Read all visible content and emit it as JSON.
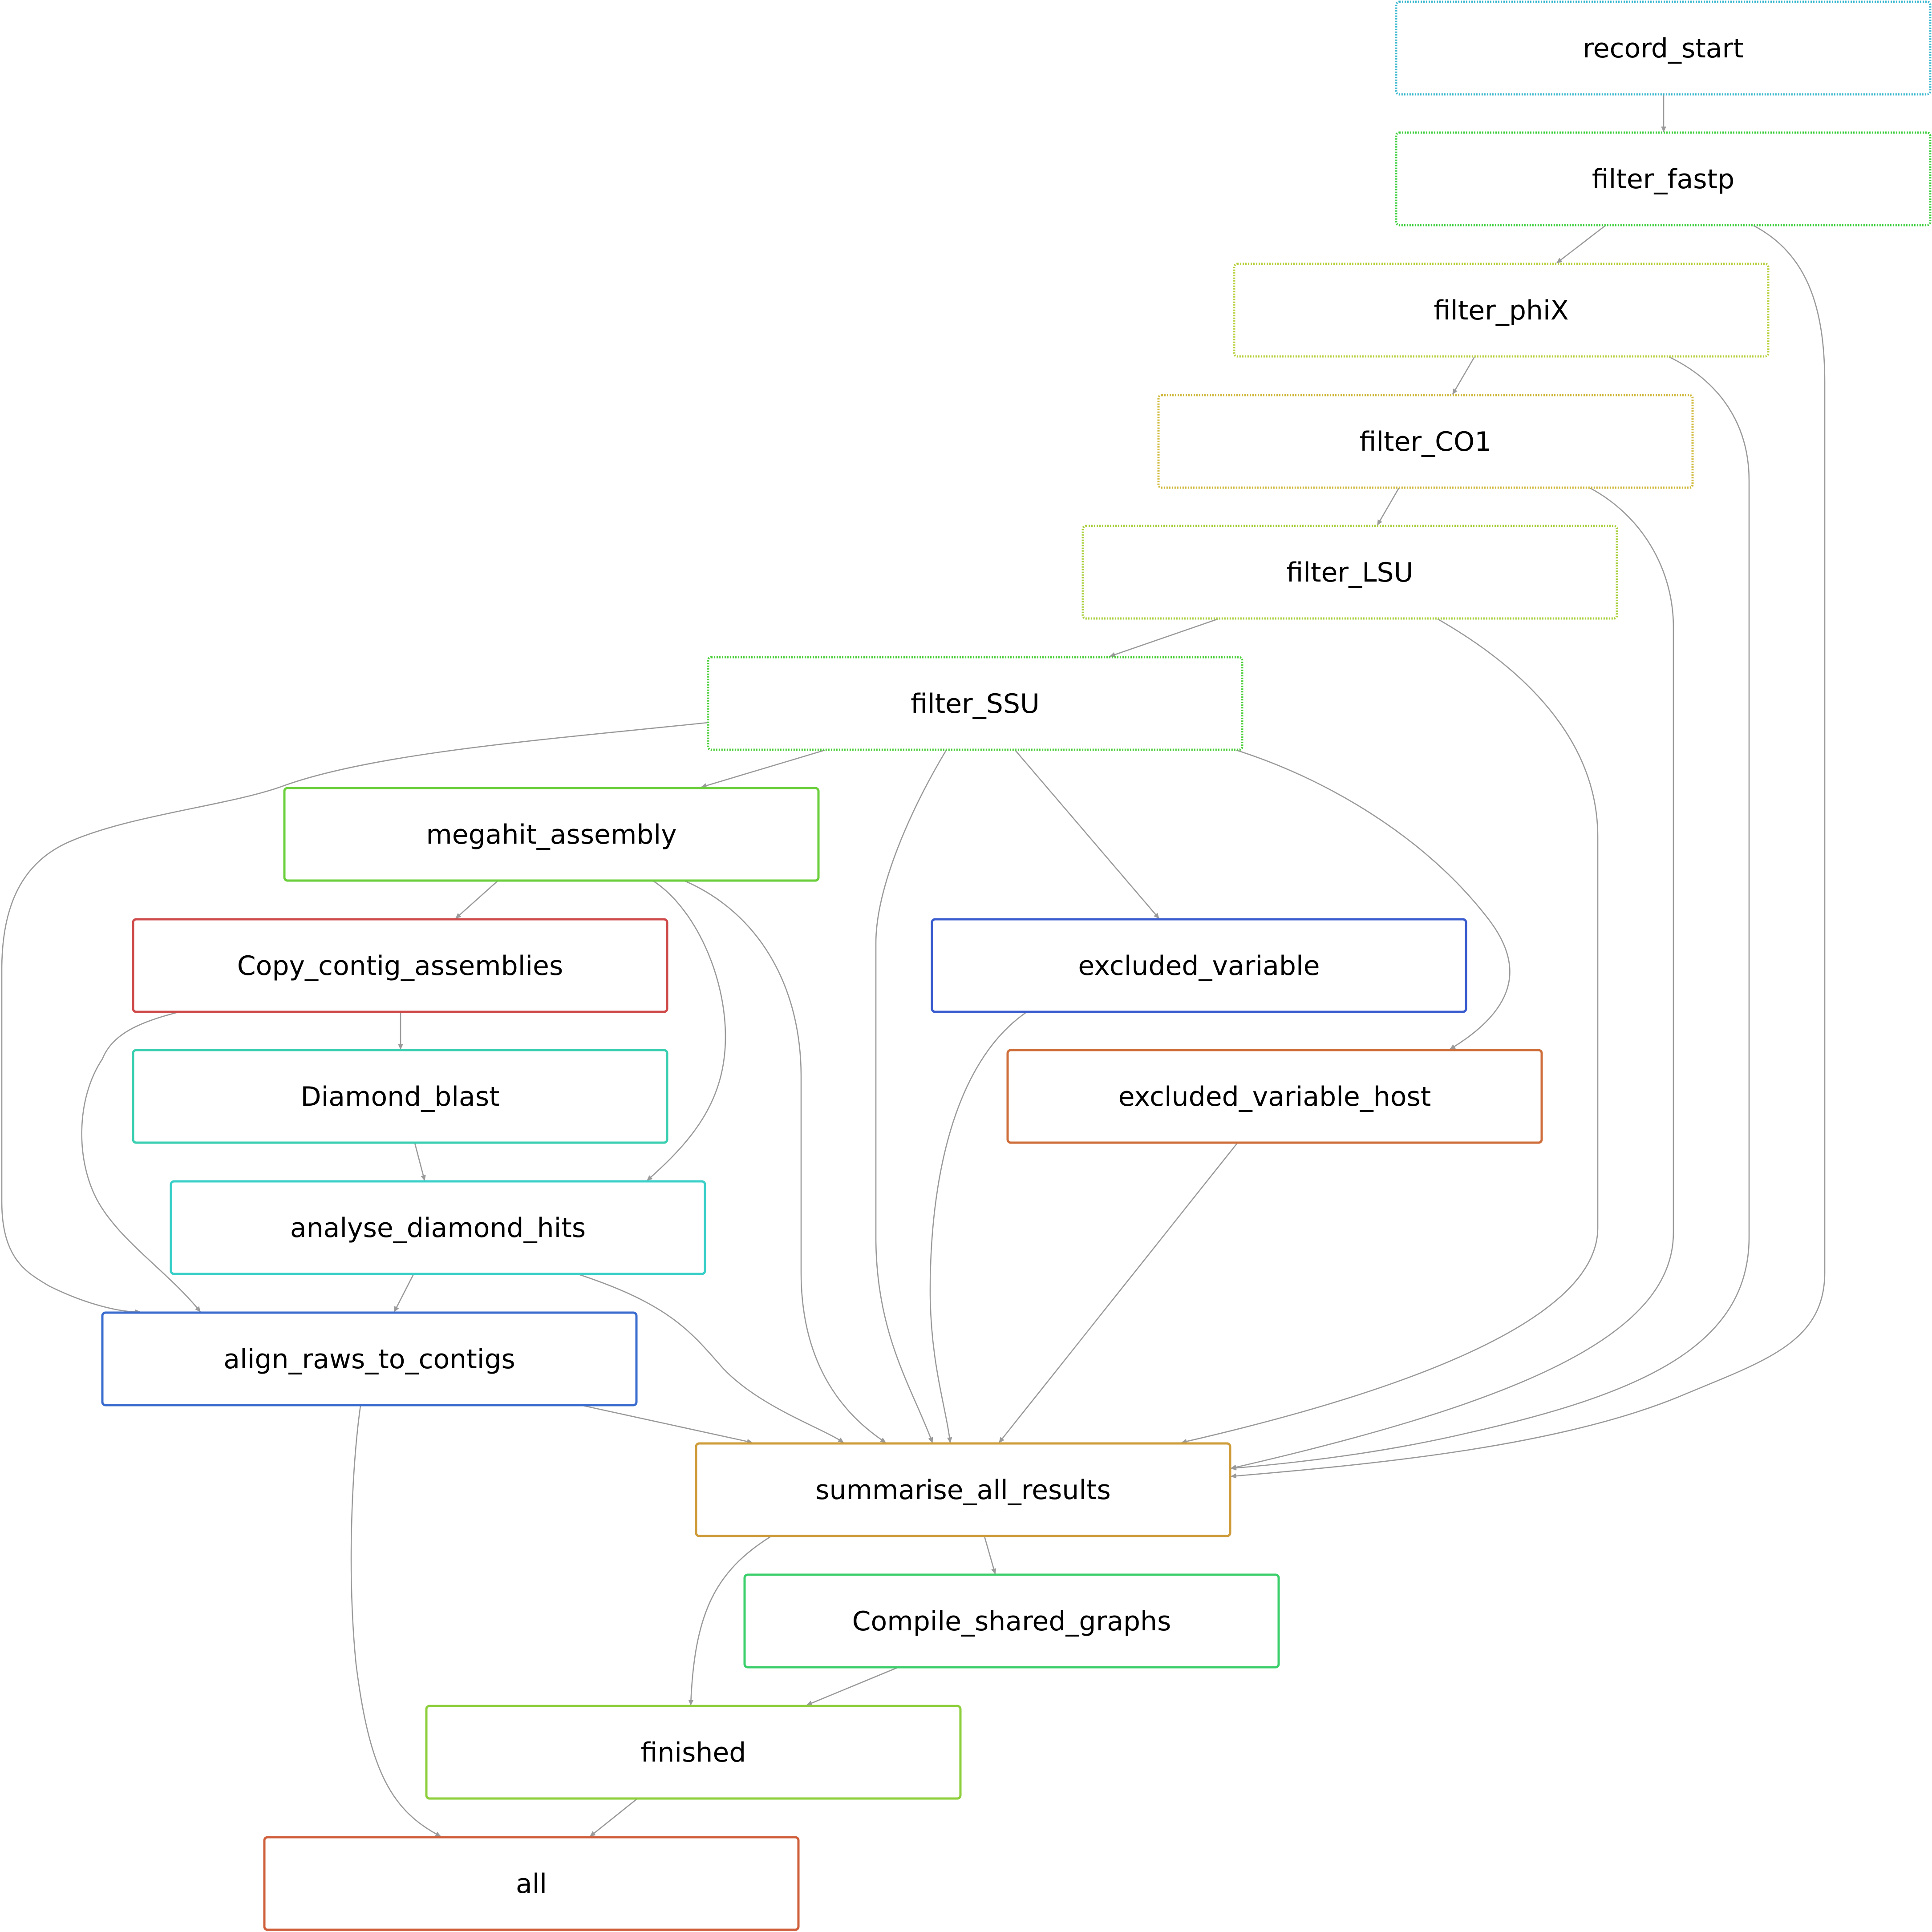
{
  "diagram": {
    "nodes": [
      {
        "id": "record_start",
        "label": "record_start",
        "color": "#3ab7cf",
        "style": "dotted"
      },
      {
        "id": "filter_fastp",
        "label": "filter_fastp",
        "color": "#3ccf3c",
        "style": "dotted"
      },
      {
        "id": "filter_phiX",
        "label": "filter_phiX",
        "color": "#b8cf3a",
        "style": "dotted"
      },
      {
        "id": "filter_CO1",
        "label": "filter_CO1",
        "color": "#cfb83a",
        "style": "dotted"
      },
      {
        "id": "filter_LSU",
        "label": "filter_LSU",
        "color": "#a8cf3a",
        "style": "dotted"
      },
      {
        "id": "filter_SSU",
        "label": "filter_SSU",
        "color": "#4ccf3a",
        "style": "dotted"
      },
      {
        "id": "megahit_assembly",
        "label": "megahit_assembly",
        "color": "#6acf3a",
        "style": "solid"
      },
      {
        "id": "Copy_contig_assemblies",
        "label": "Copy_contig_assemblies",
        "color": "#cf4a4a",
        "style": "solid"
      },
      {
        "id": "excluded_variable",
        "label": "excluded_variable",
        "color": "#3a5ccf",
        "style": "solid"
      },
      {
        "id": "Diamond_blast",
        "label": "Diamond_blast",
        "color": "#3acfb0",
        "style": "solid"
      },
      {
        "id": "excluded_variable_host",
        "label": "excluded_variable_host",
        "color": "#cf6e3a",
        "style": "solid"
      },
      {
        "id": "analyse_diamond_hits",
        "label": "analyse_diamond_hits",
        "color": "#3acfc8",
        "style": "solid"
      },
      {
        "id": "align_raws_to_contigs",
        "label": "align_raws_to_contigs",
        "color": "#3a6ccf",
        "style": "solid"
      },
      {
        "id": "summarise_all_results",
        "label": "summarise_all_results",
        "color": "#cf9c3a",
        "style": "solid"
      },
      {
        "id": "Compile_shared_graphs",
        "label": "Compile_shared_graphs",
        "color": "#3acf6a",
        "style": "solid"
      },
      {
        "id": "finished",
        "label": "finished",
        "color": "#8ccf3a",
        "style": "solid"
      },
      {
        "id": "all",
        "label": "all",
        "color": "#cf5e3a",
        "style": "solid"
      }
    ],
    "edges": [
      {
        "from": "record_start",
        "to": "filter_fastp"
      },
      {
        "from": "filter_fastp",
        "to": "filter_phiX"
      },
      {
        "from": "filter_fastp",
        "to": "summarise_all_results"
      },
      {
        "from": "filter_phiX",
        "to": "filter_CO1"
      },
      {
        "from": "filter_phiX",
        "to": "summarise_all_results"
      },
      {
        "from": "filter_CO1",
        "to": "filter_LSU"
      },
      {
        "from": "filter_CO1",
        "to": "summarise_all_results"
      },
      {
        "from": "filter_LSU",
        "to": "filter_SSU"
      },
      {
        "from": "filter_LSU",
        "to": "summarise_all_results"
      },
      {
        "from": "filter_SSU",
        "to": "megahit_assembly"
      },
      {
        "from": "filter_SSU",
        "to": "align_raws_to_contigs"
      },
      {
        "from": "filter_SSU",
        "to": "summarise_all_results"
      },
      {
        "from": "filter_SSU",
        "to": "excluded_variable"
      },
      {
        "from": "filter_SSU",
        "to": "excluded_variable_host"
      },
      {
        "from": "megahit_assembly",
        "to": "Copy_contig_assemblies"
      },
      {
        "from": "megahit_assembly",
        "to": "analyse_diamond_hits"
      },
      {
        "from": "megahit_assembly",
        "to": "summarise_all_results"
      },
      {
        "from": "Copy_contig_assemblies",
        "to": "Diamond_blast"
      },
      {
        "from": "Copy_contig_assemblies",
        "to": "align_raws_to_contigs"
      },
      {
        "from": "Diamond_blast",
        "to": "analyse_diamond_hits"
      },
      {
        "from": "analyse_diamond_hits",
        "to": "align_raws_to_contigs"
      },
      {
        "from": "analyse_diamond_hits",
        "to": "summarise_all_results"
      },
      {
        "from": "excluded_variable",
        "to": "summarise_all_results"
      },
      {
        "from": "excluded_variable_host",
        "to": "summarise_all_results"
      },
      {
        "from": "align_raws_to_contigs",
        "to": "summarise_all_results"
      },
      {
        "from": "align_raws_to_contigs",
        "to": "all"
      },
      {
        "from": "summarise_all_results",
        "to": "Compile_shared_graphs"
      },
      {
        "from": "summarise_all_results",
        "to": "finished"
      },
      {
        "from": "Compile_shared_graphs",
        "to": "finished"
      },
      {
        "from": "finished",
        "to": "all"
      }
    ]
  }
}
